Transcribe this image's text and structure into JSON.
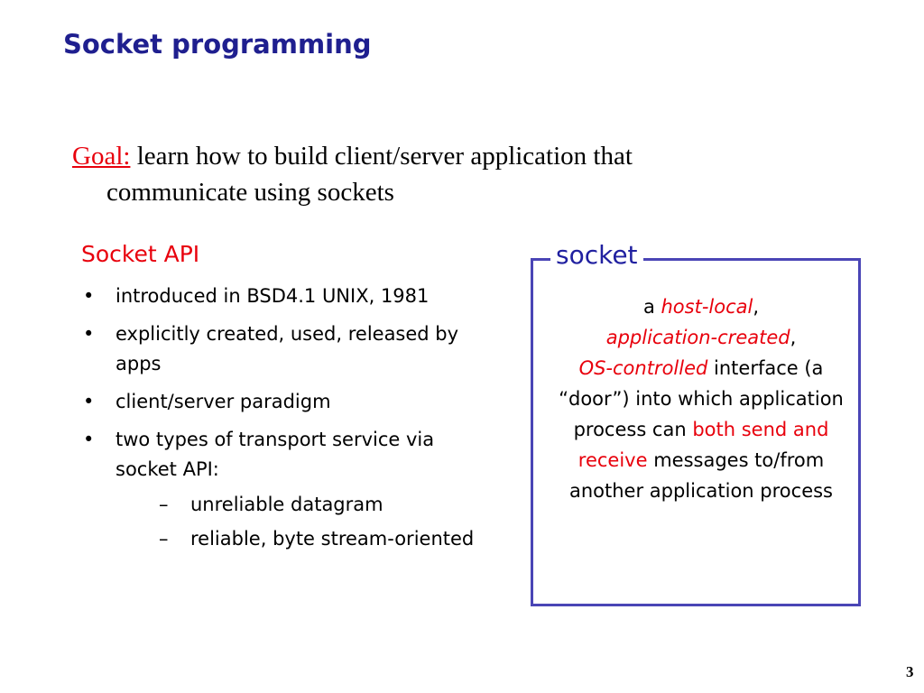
{
  "slide": {
    "title": "Socket programming",
    "page_number": "3"
  },
  "goal": {
    "label": "Goal:",
    "text_line1": " learn how to build client/server application that",
    "text_line2": "communicate using sockets"
  },
  "socket_api": {
    "heading": "Socket API",
    "bullets": [
      {
        "text": "introduced in BSD4.1 UNIX, 1981"
      },
      {
        "text": "explicitly created, used, released by apps"
      },
      {
        "text": "client/server paradigm"
      },
      {
        "text": "two types of transport service via socket API:"
      }
    ],
    "sub_bullets": [
      {
        "text": "unreliable datagram"
      },
      {
        "text": "reliable, byte stream-oriented"
      }
    ],
    "bullet_marker": "•",
    "sub_marker": "–"
  },
  "socket_box": {
    "label": "socket",
    "parts": {
      "a": "a ",
      "host_local": "host-local",
      "comma1": ",",
      "application_created": "application-created",
      "comma2": ",",
      "os_controlled": "OS-controlled",
      "interface_text": " interface (a “door”) into which application process can ",
      "both_send_and": "both send and",
      "receive": "receive",
      "messages_text": " messages to/from another application process"
    }
  }
}
